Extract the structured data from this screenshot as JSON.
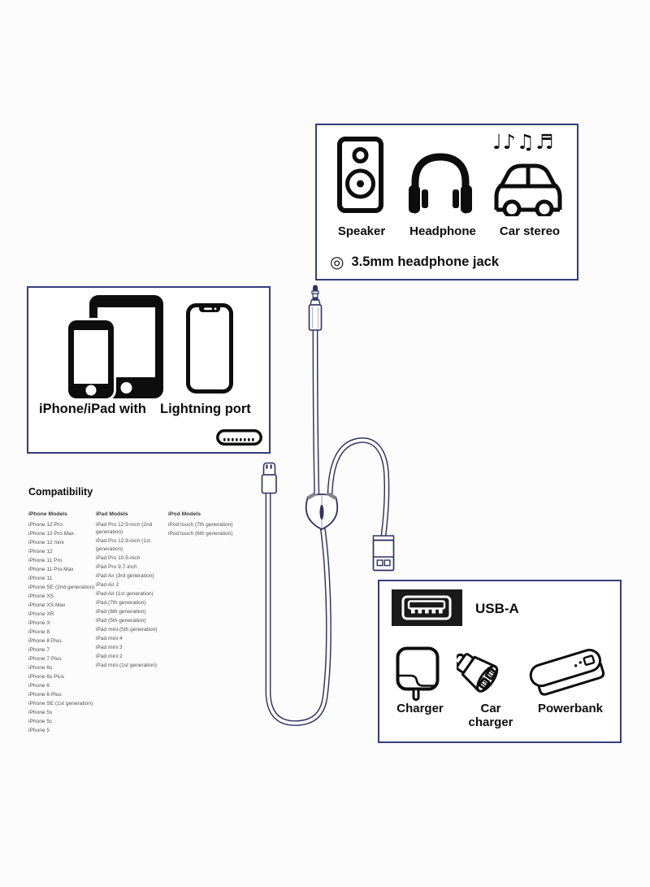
{
  "colors": {
    "page_bg": "#fcfcfc",
    "box_border": "#343c7c",
    "cable": "#2d3361",
    "icon_black": "#0d0d0d",
    "list_text": "#4f4f4f"
  },
  "audio_box": {
    "music_notes_glyph": "♩♪♫♬",
    "items": [
      {
        "label": "Speaker"
      },
      {
        "label": "Headphone"
      },
      {
        "label": "Car stereo"
      }
    ],
    "jack_bullet_glyph": "◎",
    "jack_note": "3.5mm headphone jack"
  },
  "device_box": {
    "caption_left": "iPhone/iPad with",
    "caption_right": "Lightning port"
  },
  "usb_box": {
    "port_label": "USB-A",
    "items": [
      {
        "label": "Charger"
      },
      {
        "label": "Car charger"
      },
      {
        "label": "Powerbank"
      }
    ]
  },
  "compatibility": {
    "title": "Compatibility",
    "columns": [
      {
        "header": "iPhone Models",
        "items": [
          "iPhone 12 Pro",
          "iPhone 12 Pro Max",
          "iPhone 12 mini",
          "iPhone 12",
          "iPhone 11 Pro",
          "iPhone 11 Pro Max",
          "iPhone 11",
          "iPhone SE (2nd generation)",
          "iPhone XS",
          "iPhone XS Max",
          "iPhone XR",
          "iPhone X",
          "iPhone 8",
          "iPhone 8 Plus",
          "iPhone 7",
          "iPhone 7 Plus",
          "iPhone 6s",
          "iPhone 6s Plus",
          "iPhone 6",
          "iPhone 6 Plus",
          "iPhone SE (1st generation)",
          "iPhone 5s",
          "iPhone 5c",
          "iPhone 5"
        ]
      },
      {
        "header": "iPad Models",
        "items": [
          "iPad Pro 12.9-inch (2nd generation)",
          "iPad Pro 12.9-inch (1st generation)",
          "iPad Pro 10.5-inch",
          "iPad Pro 9.7-inch",
          "iPad Air (3rd generation)",
          "iPad Air 2",
          "iPad Air (1st generation)",
          "iPad (7th generation)",
          "iPad (6th generation)",
          "iPad (5th generation)",
          "iPad mini (5th generation)",
          "iPad mini 4",
          "iPad mini 3",
          "iPad mini 2",
          "iPad mini (1st generation)"
        ]
      },
      {
        "header": "iPod Models",
        "items": [
          "iPod touch (7th generation)",
          "iPod touch (6th generation)"
        ]
      }
    ]
  }
}
